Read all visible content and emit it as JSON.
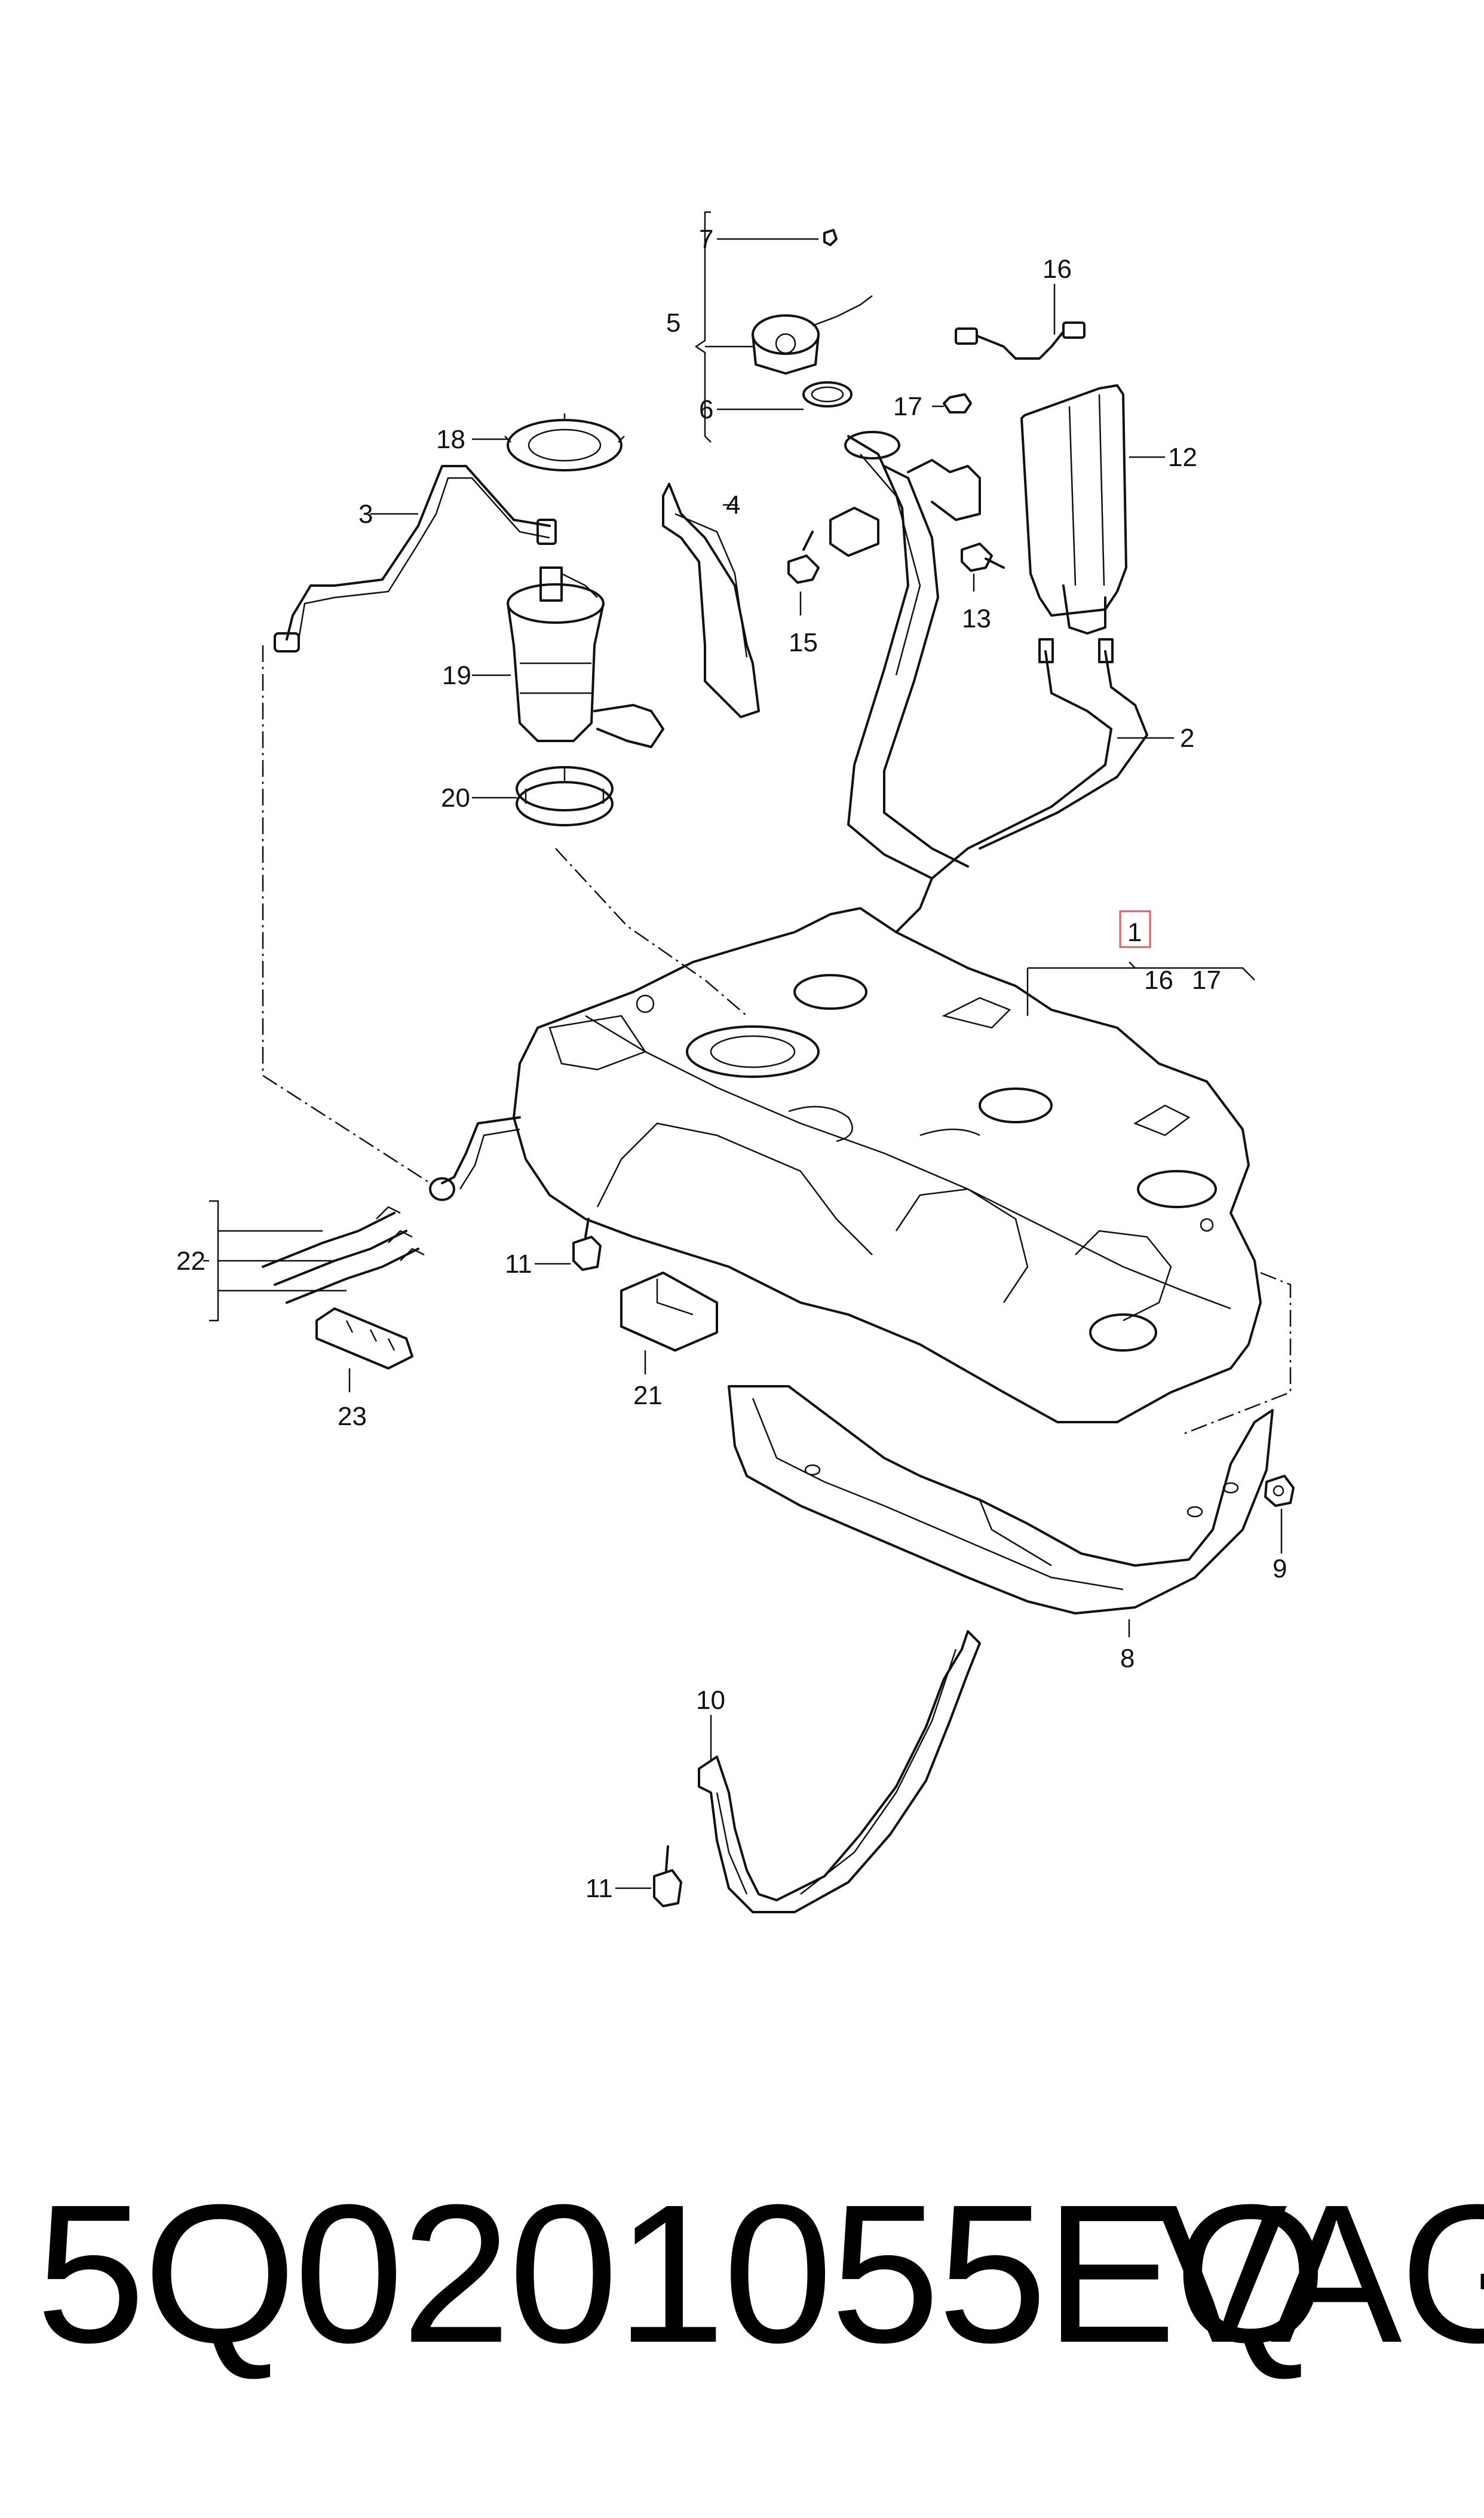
{
  "callouts": {
    "c1": "1",
    "c2": "2",
    "c3": "3",
    "c4": "4",
    "c5": "5",
    "c6": "6",
    "c7": "7",
    "c8": "8",
    "c9": "9",
    "c10": "10",
    "c11a": "11",
    "c11b": "11",
    "c12": "12",
    "c13": "13",
    "c15": "15",
    "c16a": "16",
    "c16b": "16",
    "c17a": "17",
    "c17b": "17",
    "c18": "18",
    "c19": "19",
    "c20": "20",
    "c21": "21",
    "c22": "22",
    "c23": "23"
  },
  "footer": {
    "part_number": "5Q0201055EQ",
    "brand": "VAG"
  },
  "colors": {
    "line": "#111111",
    "highlight": "#e05a68",
    "background": "#ffffff"
  }
}
